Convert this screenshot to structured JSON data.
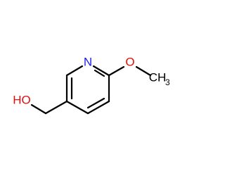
{
  "molecule": {
    "atoms": {
      "nitrogen": "N",
      "methoxy_oxygen": "O",
      "hydroxyl": "HO",
      "methyl_main": "CH",
      "methyl_subscript": "3"
    },
    "colors": {
      "bond": "#000000",
      "nitrogen": "#1e1ee6",
      "oxygen": "#e01010",
      "carbon": "#000000"
    }
  }
}
